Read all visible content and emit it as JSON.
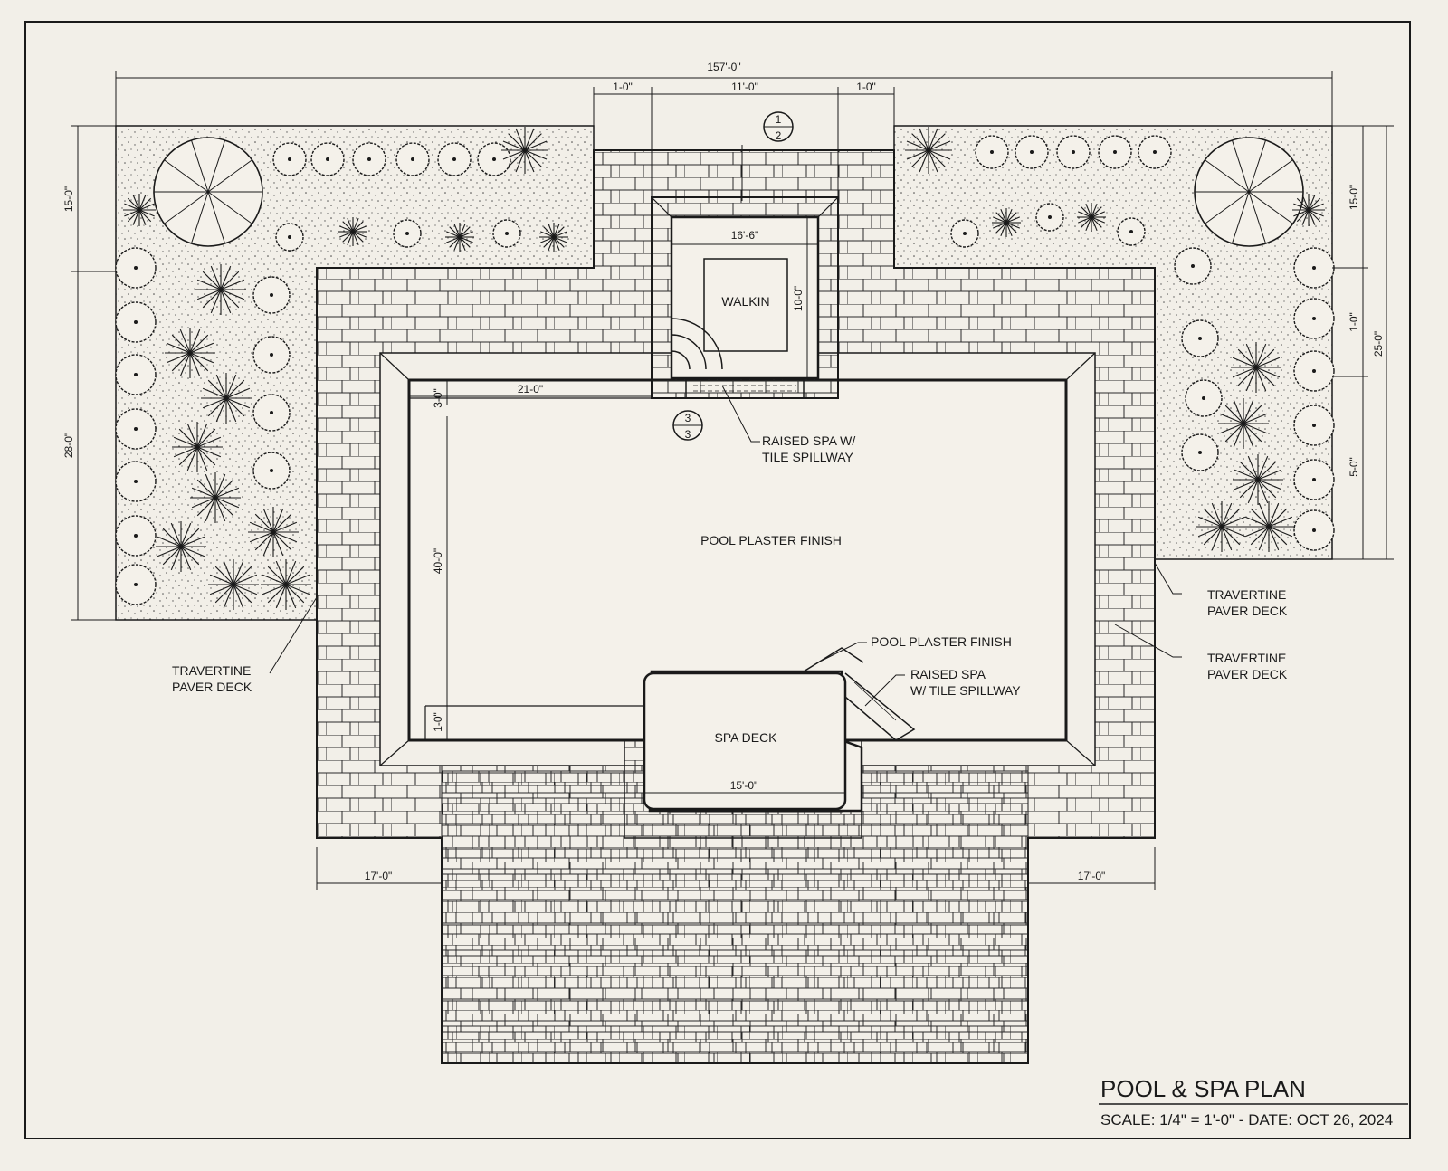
{
  "title": "POOL & SPA PLAN",
  "subtitle": "SCALE: 1/4\" = 1'-0\" - DATE: OCT 26, 2024",
  "labels": {
    "pool_main": "POOL PLASTER FINISH",
    "pool_secondary": "POOL PLASTER FINISH",
    "raised_spa_top_1": "RAISED SPA W/",
    "raised_spa_top_2": "TILE SPILLWAY",
    "raised_spa_right_1": "RAISED SPA",
    "raised_spa_right_2": "W/ TILE SPILLWAY",
    "spa_deck": "SPA DECK",
    "walkin": "WALKIN",
    "deck_left_1": "TRAVERTINE",
    "deck_left_2": "PAVER DECK",
    "deck_right_upper_1": "TRAVERTINE",
    "deck_right_upper_2": "PAVER DECK",
    "deck_right_lower_1": "TRAVERTINE",
    "deck_right_lower_2": "PAVER DECK"
  },
  "dimensions": {
    "overall_width": "157'-0\"",
    "top_left": "1-0\"",
    "top_mid": "11'-0\"",
    "top_right": "1-0\"",
    "left_upper": "15-0\"",
    "left_lower": "28-0\"",
    "right_upper": "15-0\"",
    "right_mid": "1-0\"",
    "right_lower": "5-0\"",
    "right_total": "25-0\"",
    "walkin_width": "16'-6\"",
    "walkin_depth": "10-0\"",
    "pool_top": "21-0\"",
    "pool_step": "3-0\"",
    "pool_length": "40-0\"",
    "pool_bottom_step": "1-0\"",
    "spa_deck_width": "15'-0\"",
    "bottom_left": "17'-0\"",
    "bottom_right": "17'-0\""
  },
  "callouts": {
    "section_a_top": "1",
    "section_a_bottom": "2",
    "section_b_top": "3",
    "section_b_bottom": "3"
  },
  "colors": {
    "paper": "#f2efe8",
    "ink": "#1a1a1a"
  }
}
